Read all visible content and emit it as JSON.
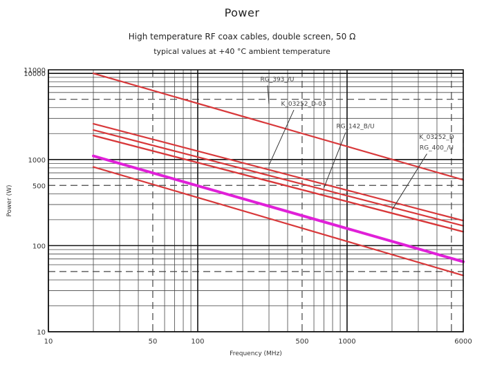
{
  "header": {
    "title": "Power",
    "subtitle": "High temperature RF coax cables, double screen, 50 Ω",
    "subtitle2": "typical values at +40 °C ambient temperature"
  },
  "chart_data": {
    "type": "line",
    "title": "Power",
    "subtitle": "High temperature RF coax cables, double screen, 50 Ω",
    "xlabel": "Frequency (MHz)",
    "ylabel": "Power (W)",
    "xscale": "log",
    "yscale": "log",
    "xlim": [
      10,
      6000
    ],
    "ylim": [
      10,
      11000
    ],
    "x_ticks": [
      10,
      50,
      100,
      500,
      1000,
      6000
    ],
    "y_ticks": [
      10,
      100,
      500,
      1000,
      10000,
      11000
    ],
    "grid": true,
    "legend": "none",
    "series_colors": {
      "default": "#d8383a",
      "highlight": "#e020d8"
    },
    "series": [
      {
        "name": "RG_393_/U",
        "x": [
          20,
          6000
        ],
        "y": [
          10000,
          580
        ],
        "label_x": 300,
        "label_y": 4400
      },
      {
        "name": "K_03252_D-03",
        "x": [
          20,
          6000
        ],
        "y": [
          2600,
          195
        ],
        "label_x": 300,
        "label_y": 860
      },
      {
        "name": "RG_142_B/U",
        "x": [
          20,
          6000
        ],
        "y": [
          2200,
          170
        ],
        "label_x": 700,
        "label_y": 470
      },
      {
        "name": "K_03252_D",
        "x": [
          20,
          6000
        ],
        "y": [
          1900,
          145
        ],
        "label_x": 2000,
        "label_y": 260
      },
      {
        "name": "RG_400_/U",
        "x": [
          20,
          6000
        ],
        "y": [
          1900,
          145
        ],
        "label_x": 2000,
        "label_y": 260
      },
      {
        "name": "",
        "x": [
          20,
          6000
        ],
        "y": [
          1100,
          65
        ],
        "highlight": true
      },
      {
        "name": "",
        "x": [
          20,
          6000
        ],
        "y": [
          820,
          45
        ]
      }
    ],
    "annotations": [
      {
        "text": "RG_393_/U",
        "text_x": 300,
        "text_y": 8100
      },
      {
        "text": "K_03252_D-03",
        "text_x": 450,
        "text_y": 4200
      },
      {
        "text": "RG_142_B/U",
        "text_x": 1000,
        "text_y": 2300
      },
      {
        "text": "K_03252_D",
        "text_x": 3500,
        "text_y": 1730
      },
      {
        "text": "RG_400_/U",
        "text_x": 3500,
        "text_y": 1300
      }
    ]
  }
}
